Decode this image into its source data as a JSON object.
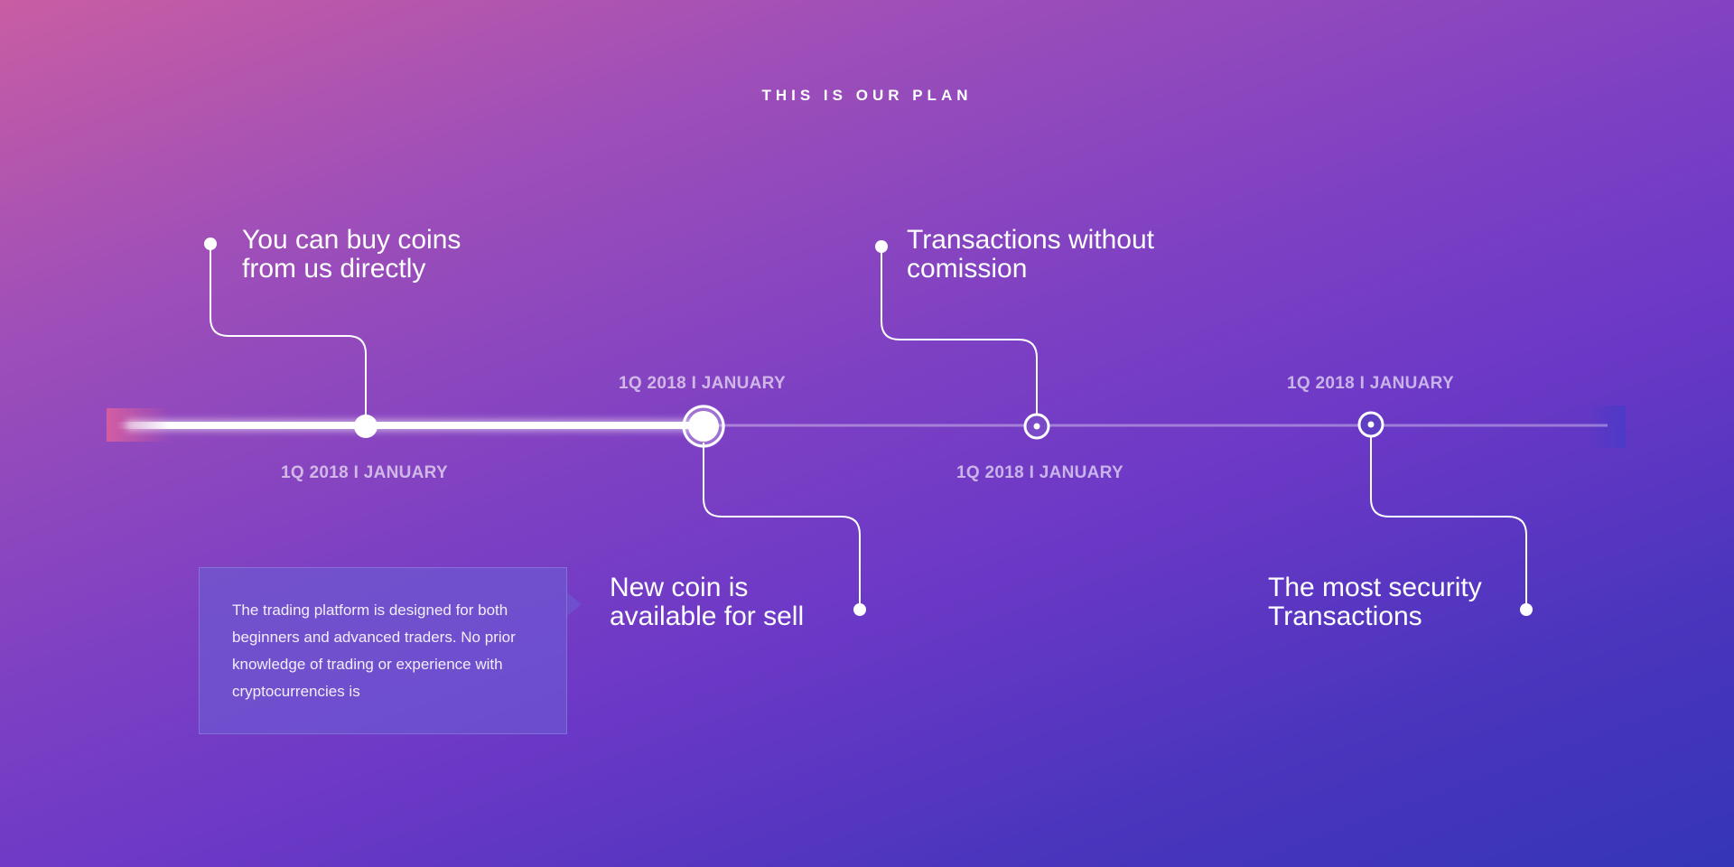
{
  "page": {
    "title": "THIS IS OUR PLAN"
  },
  "milestones": [
    {
      "title": "You can buy coins\nfrom us directly",
      "date": "1Q 2018 I JANUARY",
      "marker": "small-dot",
      "position": "above"
    },
    {
      "title": "New coin is\navailable for sell",
      "date": "1Q 2018 I JANUARY",
      "marker": "large-ring",
      "position": "below"
    },
    {
      "title": "Transactions without\ncomission",
      "date": "1Q 2018 I JANUARY",
      "marker": "ring-dot",
      "position": "above"
    },
    {
      "title": "The most security\nTransactions",
      "date": "1Q 2018 I JANUARY",
      "marker": "ring-dot",
      "position": "below"
    }
  ],
  "info_card": {
    "text": "The trading platform is designed for both beginners and advanced traders. No prior knowledge of trading or experience with cryptocurrencies is"
  },
  "progress": {
    "completed_milestones": 2,
    "total_milestones": 4
  },
  "colors": {
    "gradient_start": "#c95da3",
    "gradient_mid": "#7b3fc4",
    "gradient_end": "#3535b8",
    "text": "#ffffff",
    "card": "#6c5cd2"
  }
}
